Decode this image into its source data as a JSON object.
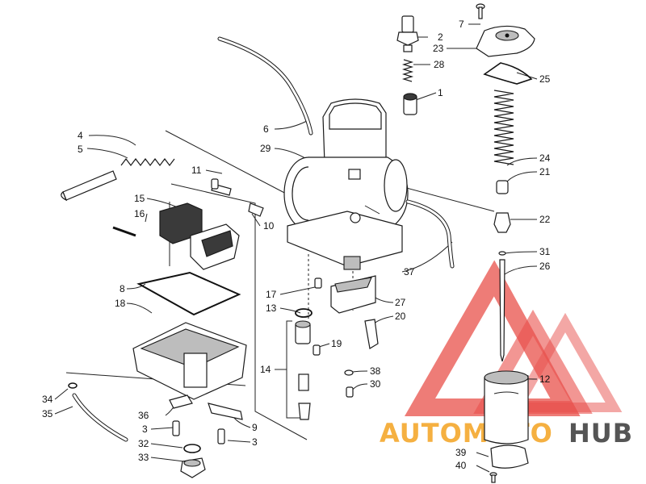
{
  "watermark": {
    "part1": "AUTOMOTO",
    "part2": "HUB",
    "color_primary": "#e4312b",
    "color_secondary": "#f5b041",
    "color_tertiary": "#555555"
  },
  "callouts": [
    {
      "id": "c7",
      "text": "7"
    },
    {
      "id": "c2",
      "text": "2"
    },
    {
      "id": "c23",
      "text": "23"
    },
    {
      "id": "c28",
      "text": "28"
    },
    {
      "id": "c25",
      "text": "25"
    },
    {
      "id": "c1",
      "text": "1"
    },
    {
      "id": "c6",
      "text": "6"
    },
    {
      "id": "c29",
      "text": "29"
    },
    {
      "id": "c4",
      "text": "4"
    },
    {
      "id": "c5",
      "text": "5"
    },
    {
      "id": "c24",
      "text": "24"
    },
    {
      "id": "c21",
      "text": "21"
    },
    {
      "id": "c11",
      "text": "11"
    },
    {
      "id": "c15",
      "text": "15"
    },
    {
      "id": "c16",
      "text": "16"
    },
    {
      "id": "c10",
      "text": "10"
    },
    {
      "id": "c22",
      "text": "22"
    },
    {
      "id": "c31",
      "text": "31"
    },
    {
      "id": "c26",
      "text": "26"
    },
    {
      "id": "c37",
      "text": "37"
    },
    {
      "id": "c8",
      "text": "8"
    },
    {
      "id": "c17",
      "text": "17"
    },
    {
      "id": "c18",
      "text": "18"
    },
    {
      "id": "c27",
      "text": "27"
    },
    {
      "id": "c13",
      "text": "13"
    },
    {
      "id": "c20",
      "text": "20"
    },
    {
      "id": "c19",
      "text": "19"
    },
    {
      "id": "c14",
      "text": "14"
    },
    {
      "id": "c38",
      "text": "38"
    },
    {
      "id": "c30",
      "text": "30"
    },
    {
      "id": "c12",
      "text": "12"
    },
    {
      "id": "c34",
      "text": "34"
    },
    {
      "id": "c35",
      "text": "35"
    },
    {
      "id": "c36",
      "text": "36"
    },
    {
      "id": "c3a",
      "text": "3"
    },
    {
      "id": "c9",
      "text": "9"
    },
    {
      "id": "c32",
      "text": "32"
    },
    {
      "id": "c3b",
      "text": "3"
    },
    {
      "id": "c33",
      "text": "33"
    },
    {
      "id": "c39",
      "text": "39"
    },
    {
      "id": "c40",
      "text": "40"
    }
  ]
}
